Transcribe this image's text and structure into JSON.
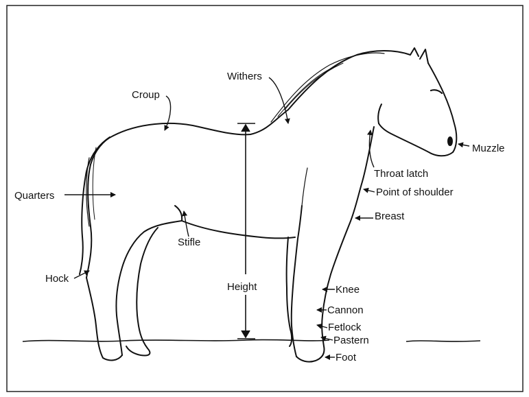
{
  "diagram": {
    "labels": {
      "croup": "Croup",
      "withers": "Withers",
      "quarters": "Quarters",
      "stifle": "Stifle",
      "hock": "Hock",
      "height": "Height",
      "muzzle": "Muzzle",
      "throat_latch": "Throat latch",
      "point_of_shoulder": "Point of shoulder",
      "breast": "Breast",
      "knee": "Knee",
      "cannon": "Cannon",
      "fetlock": "Fetlock",
      "pastern": "Pastern",
      "foot": "Foot"
    },
    "colors": {
      "ink": "#111111",
      "paper": "#ffffff",
      "border": "#222222"
    }
  }
}
